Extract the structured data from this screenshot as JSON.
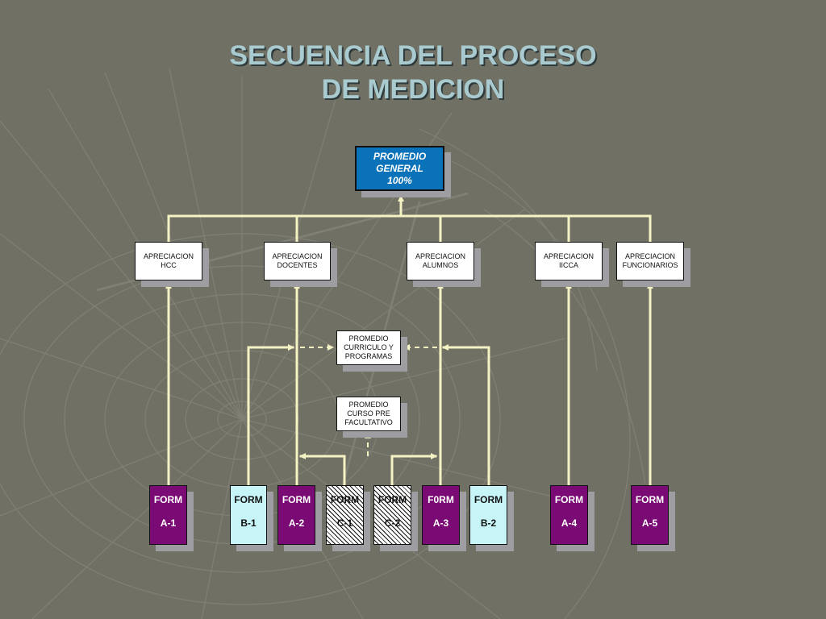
{
  "title": {
    "line1": "SECUENCIA DEL PROCESO",
    "line2": "DE MEDICION"
  },
  "top_node": {
    "line1": "PROMEDIO",
    "line2": "GENERAL",
    "line3": "100%"
  },
  "apreciaciones": [
    {
      "line1": "APRECIACION",
      "line2": "HCC"
    },
    {
      "line1": "APRECIACION",
      "line2": "DOCENTES"
    },
    {
      "line1": "APRECIACION",
      "line2": "ALUMNOS"
    },
    {
      "line1": "APRECIACION",
      "line2": "IICCA"
    },
    {
      "line1": "APRECIACION",
      "line2": "FUNCIONARIOS"
    }
  ],
  "promedio_curriculo": {
    "line1": "PROMEDIO",
    "line2": "CURRICULO Y",
    "line3": "PROGRAMAS"
  },
  "promedio_curso": {
    "line1": "PROMEDIO",
    "line2": "CURSO PRE",
    "line3": "FACULTATIVO"
  },
  "forms": [
    {
      "line1": "FORM",
      "line2": "A-1",
      "color": "#7a0a74"
    },
    {
      "line1": "FORM",
      "line2": "B-1",
      "color": "#c7f5f7"
    },
    {
      "line1": "FORM",
      "line2": "A-2",
      "color": "#7a0a74"
    },
    {
      "line1": "FORM",
      "line2": "C-1",
      "color": "hatched"
    },
    {
      "line1": "FORM",
      "line2": "C-2",
      "color": "hatched"
    },
    {
      "line1": "F0RM",
      "line2": "A-3",
      "color": "#7a0a74"
    },
    {
      "line1": "FORM",
      "line2": "B-2",
      "color": "#c7f5f7"
    },
    {
      "line1": "FORM",
      "line2": "A-4",
      "color": "#7a0a74"
    },
    {
      "line1": "FORM",
      "line2": "A-5",
      "color": "#7a0a74"
    }
  ],
  "colors": {
    "connector": "#f5f2c4",
    "top_node": "#0a72b8",
    "title": "#a9cbd0",
    "background": "#707064"
  }
}
